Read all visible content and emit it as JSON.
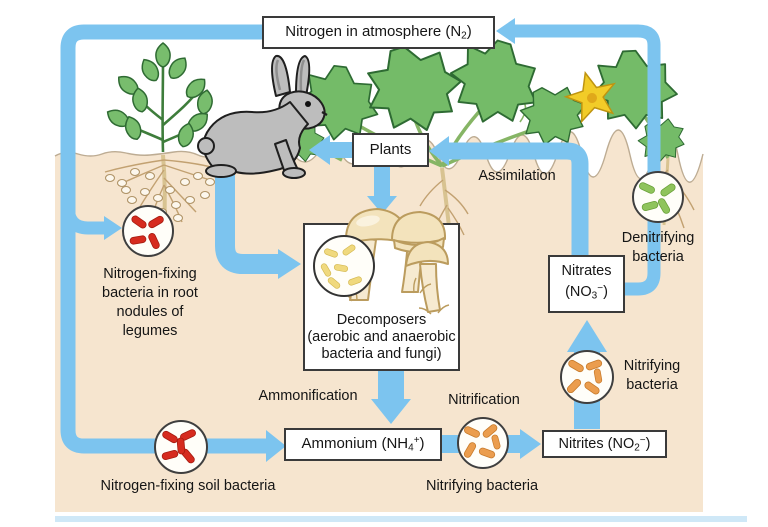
{
  "title": "Nitrogen cycle diagram",
  "colors": {
    "arrow_blue": "#7cc4ef",
    "soil_tan": "#f6e5cf",
    "box_border": "#3a3a3a",
    "bacteria_red": "#d62b1f",
    "bacteria_yellow": "#f0d97e",
    "bacteria_orange": "#eb9d4e",
    "bacteria_green": "#8fc45c"
  },
  "boxes": {
    "atmosphere": {
      "pre": "Nitrogen in atmosphere (N",
      "sub": "2",
      "post": ")"
    },
    "plants": {
      "label": "Plants"
    },
    "decomposers": {
      "line1": "Decomposers",
      "line2": "(aerobic and anaerobic",
      "line3": "bacteria and fungi)"
    },
    "ammonium": {
      "pre": "Ammonium (NH",
      "sub": "4",
      "sup": "+",
      "post": ")"
    },
    "nitrites": {
      "pre": "Nitrites (NO",
      "sub": "2",
      "sup": "−",
      "post": ")"
    },
    "nitrates": {
      "line1": "Nitrates",
      "pre": "(NO",
      "sub": "3",
      "sup": "−",
      "post": ")"
    }
  },
  "labels": {
    "assimilation": "Assimilation",
    "ammonification": "Ammonification",
    "nitrification": "Nitrification",
    "denitrifying_bacteria": "Denitrifying\nbacteria",
    "nitrifying_bacteria_mid": "Nitrifying\nbacteria",
    "nitrifying_bacteria_bottom": "Nitrifying bacteria",
    "nitrogen_fixing_root": "Nitrogen-fixing\nbacteria in root\nnodules of\nlegumes",
    "nitrogen_fixing_soil": "Nitrogen-fixing soil bacteria"
  }
}
